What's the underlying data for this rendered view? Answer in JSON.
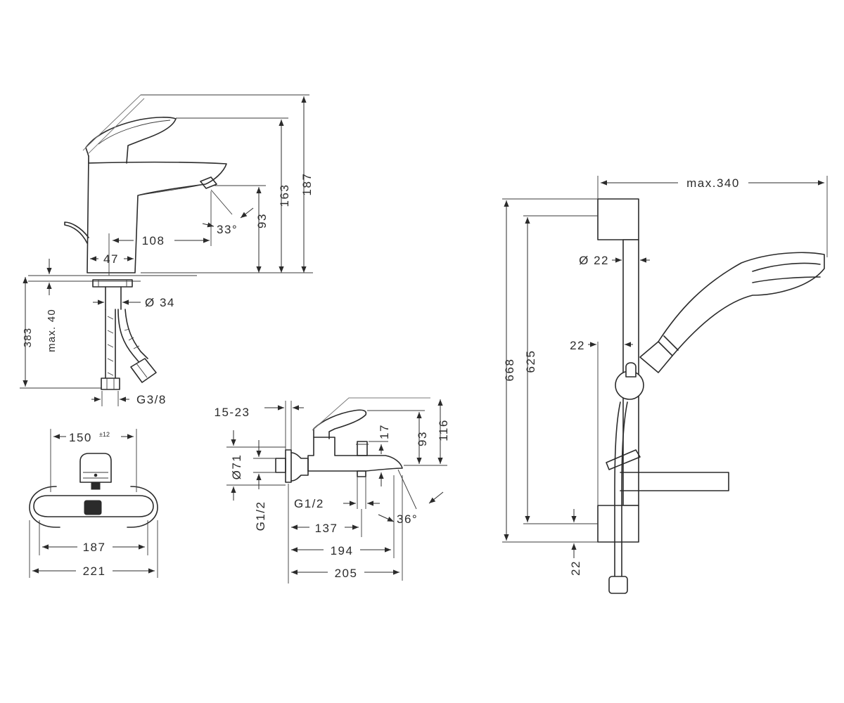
{
  "basin_mixer_side": {
    "dims": {
      "height_total": "187",
      "height_handle": "163",
      "height_spout": "93",
      "spout_angle": "33°",
      "spout_reach": "108",
      "base_diameter": "47",
      "below_deck_depth": "383",
      "max_deck_thickness": "max. 40",
      "shank_diameter": "Ø 34",
      "hose_thread": "G3/8"
    }
  },
  "bath_mixer_front": {
    "dims": {
      "centres": "150",
      "centres_tolerance": "±12",
      "cover_spacing": "187",
      "overall_width": "221"
    }
  },
  "bath_mixer_side": {
    "dims": {
      "wall_distance": "15-23",
      "cover_diameter": "Ø71",
      "inlet_thread": "G1/2",
      "outlet_thread": "G1/2",
      "height_spout": "17",
      "height_handle": "93",
      "height_total": "116",
      "depth_outlet": "137",
      "depth_spout": "194",
      "depth_total": "205",
      "spout_angle": "36°"
    }
  },
  "shower_set": {
    "dims": {
      "max_reach": "max.340",
      "rail_diameter": "Ø 22",
      "rail_offset": "22",
      "overall_height": "668",
      "rail_height": "625",
      "bottom_offset": "22"
    }
  }
}
